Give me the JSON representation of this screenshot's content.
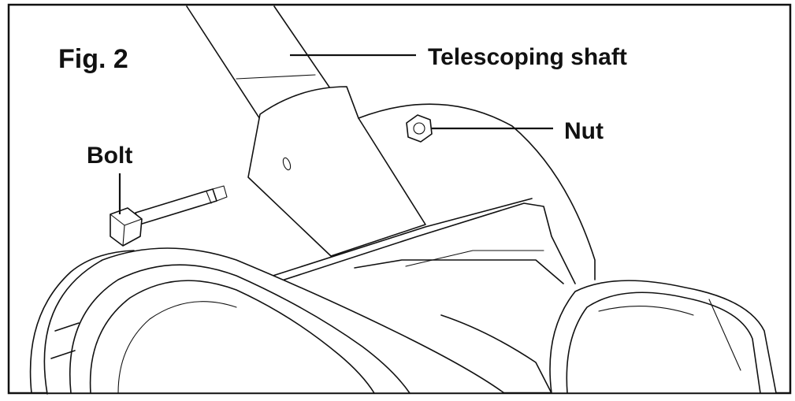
{
  "figure": {
    "title": "Fig. 2",
    "labels": {
      "shaft": "Telescoping shaft",
      "nut": "Nut",
      "bolt": "Bolt"
    }
  }
}
